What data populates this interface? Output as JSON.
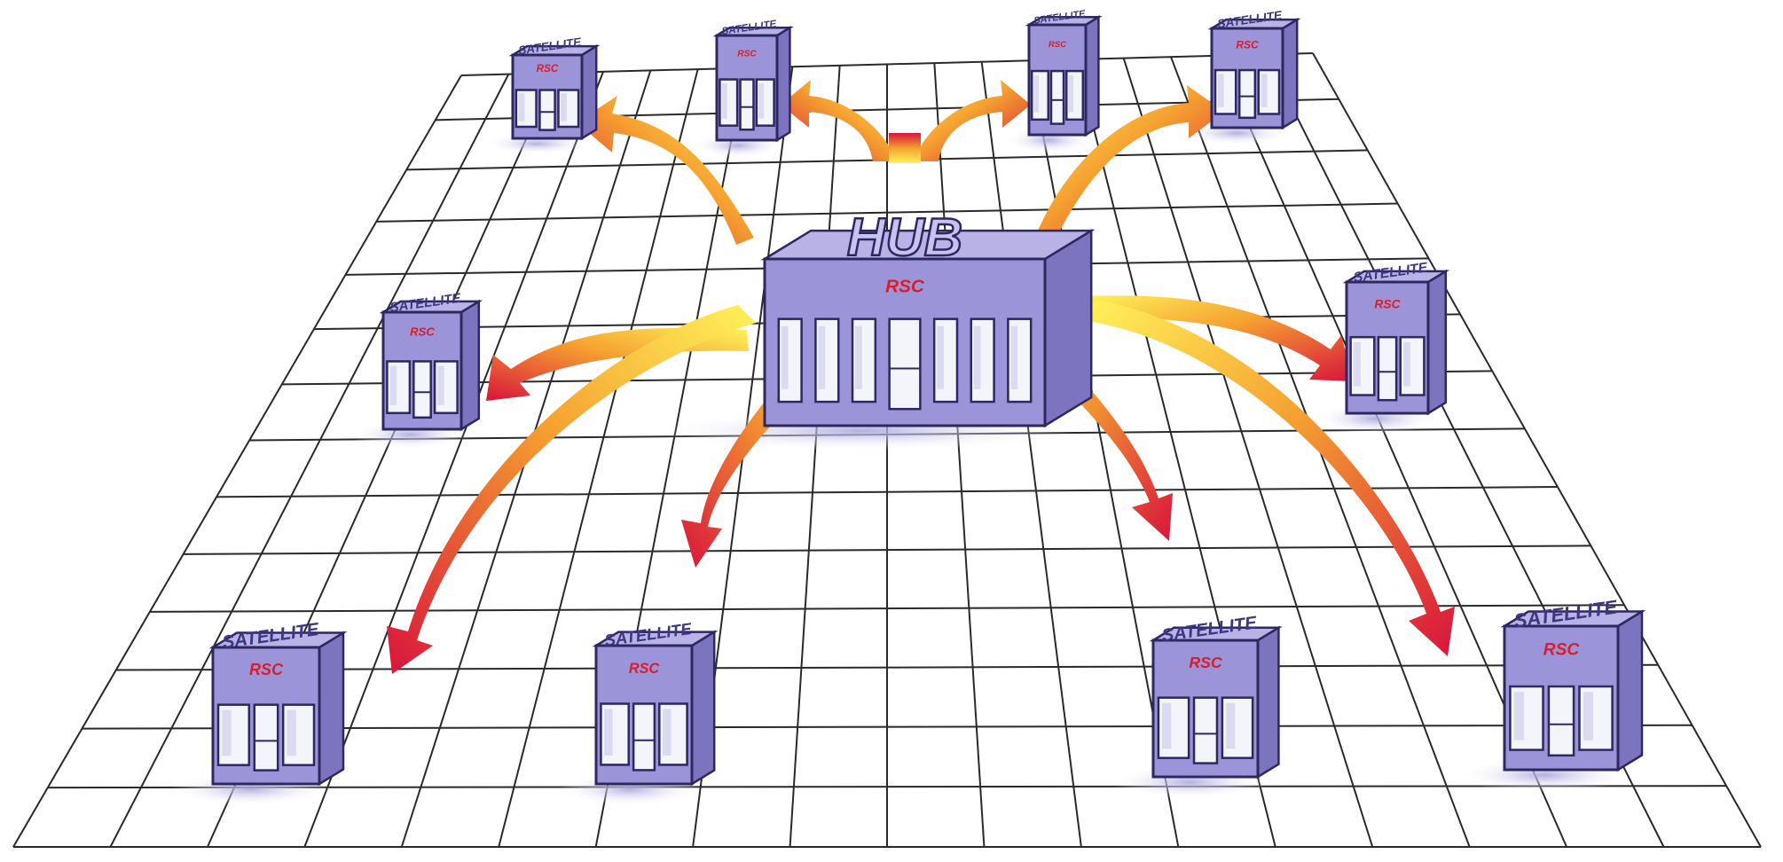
{
  "hub": {
    "label": "HUB",
    "brand": "RSC"
  },
  "satellites": [
    {
      "id": "sat-top-1",
      "label": "SATELLITE",
      "brand": "RSC"
    },
    {
      "id": "sat-top-2",
      "label": "SATELLITE",
      "brand": "RSC"
    },
    {
      "id": "sat-top-3",
      "label": "SATELLITE",
      "brand": "RSC"
    },
    {
      "id": "sat-top-4",
      "label": "SATELLITE",
      "brand": "RSC"
    },
    {
      "id": "sat-mid-left",
      "label": "SATELLITE",
      "brand": "RSC"
    },
    {
      "id": "sat-mid-right",
      "label": "SATELLITE",
      "brand": "RSC"
    },
    {
      "id": "sat-bottom-1",
      "label": "SATELLITE",
      "brand": "RSC"
    },
    {
      "id": "sat-bottom-2",
      "label": "SATELLITE",
      "brand": "RSC"
    },
    {
      "id": "sat-bottom-3",
      "label": "SATELLITE",
      "brand": "RSC"
    },
    {
      "id": "sat-bottom-4",
      "label": "SATELLITE",
      "brand": "RSC"
    }
  ],
  "colors": {
    "building_front": "#9c94d8",
    "building_side": "#7d74bf",
    "building_roof": "#b8b2e6",
    "building_outline": "#2e2860",
    "window_fill": "#f4f4fb",
    "brand_red": "#d81e2a",
    "arrow_start": "#fff25a",
    "arrow_mid": "#f5a030",
    "arrow_end": "#d8143c",
    "grid_line": "#2a2a2a",
    "shadow": "#b9b6e0"
  }
}
